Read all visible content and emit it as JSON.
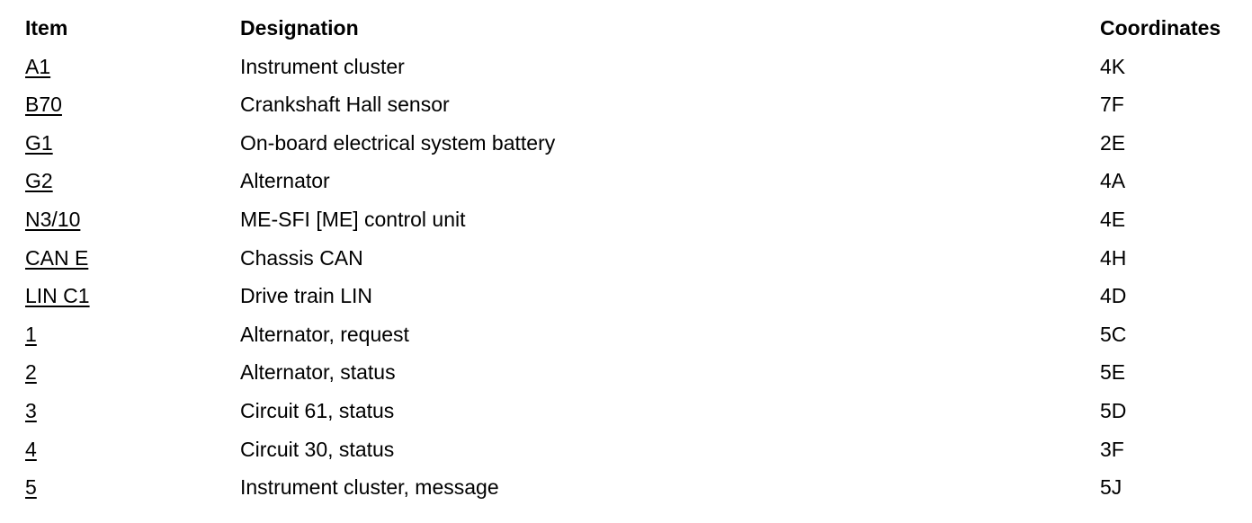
{
  "headers": {
    "item": "Item",
    "designation": "Designation",
    "coordinates": "Coordinates"
  },
  "rows": [
    {
      "item": "A1",
      "designation": "Instrument cluster",
      "coordinates": "4K"
    },
    {
      "item": "B70",
      "designation": "Crankshaft Hall sensor",
      "coordinates": "7F"
    },
    {
      "item": "G1",
      "designation": "On-board electrical system battery",
      "coordinates": "2E"
    },
    {
      "item": "G2",
      "designation": "Alternator",
      "coordinates": "4A"
    },
    {
      "item": "N3/10",
      "designation": "ME-SFI [ME] control unit",
      "coordinates": "4E"
    },
    {
      "item": "CAN E",
      "designation": "Chassis CAN",
      "coordinates": "4H"
    },
    {
      "item": "LIN C1",
      "designation": "Drive train LIN",
      "coordinates": "4D"
    },
    {
      "item": "1",
      "designation": "Alternator, request",
      "coordinates": "5C"
    },
    {
      "item": "2",
      "designation": "Alternator, status",
      "coordinates": "5E"
    },
    {
      "item": "3",
      "designation": "Circuit 61, status",
      "coordinates": "5D"
    },
    {
      "item": "4",
      "designation": "Circuit 30, status",
      "coordinates": "3F"
    },
    {
      "item": "5",
      "designation": "Instrument cluster, message",
      "coordinates": "5J"
    }
  ]
}
